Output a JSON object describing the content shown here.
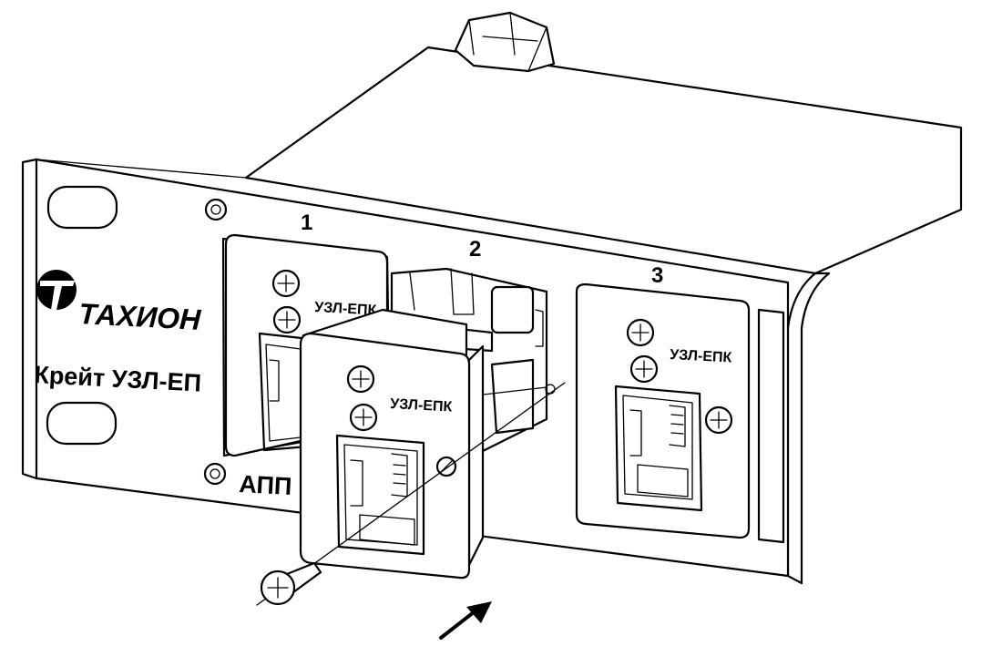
{
  "panel": {
    "brand_name": "ТАХИОН",
    "crate_title": "Крейт УЗЛ-ЕП",
    "bottom_label": "АПП"
  },
  "slots": [
    {
      "number": "1",
      "module_label": "УЗЛ-ЕПК"
    },
    {
      "number": "2",
      "module_label": "УЗЛ-ЕПК"
    },
    {
      "number": "3",
      "module_label": "УЗЛ-ЕПК"
    }
  ]
}
